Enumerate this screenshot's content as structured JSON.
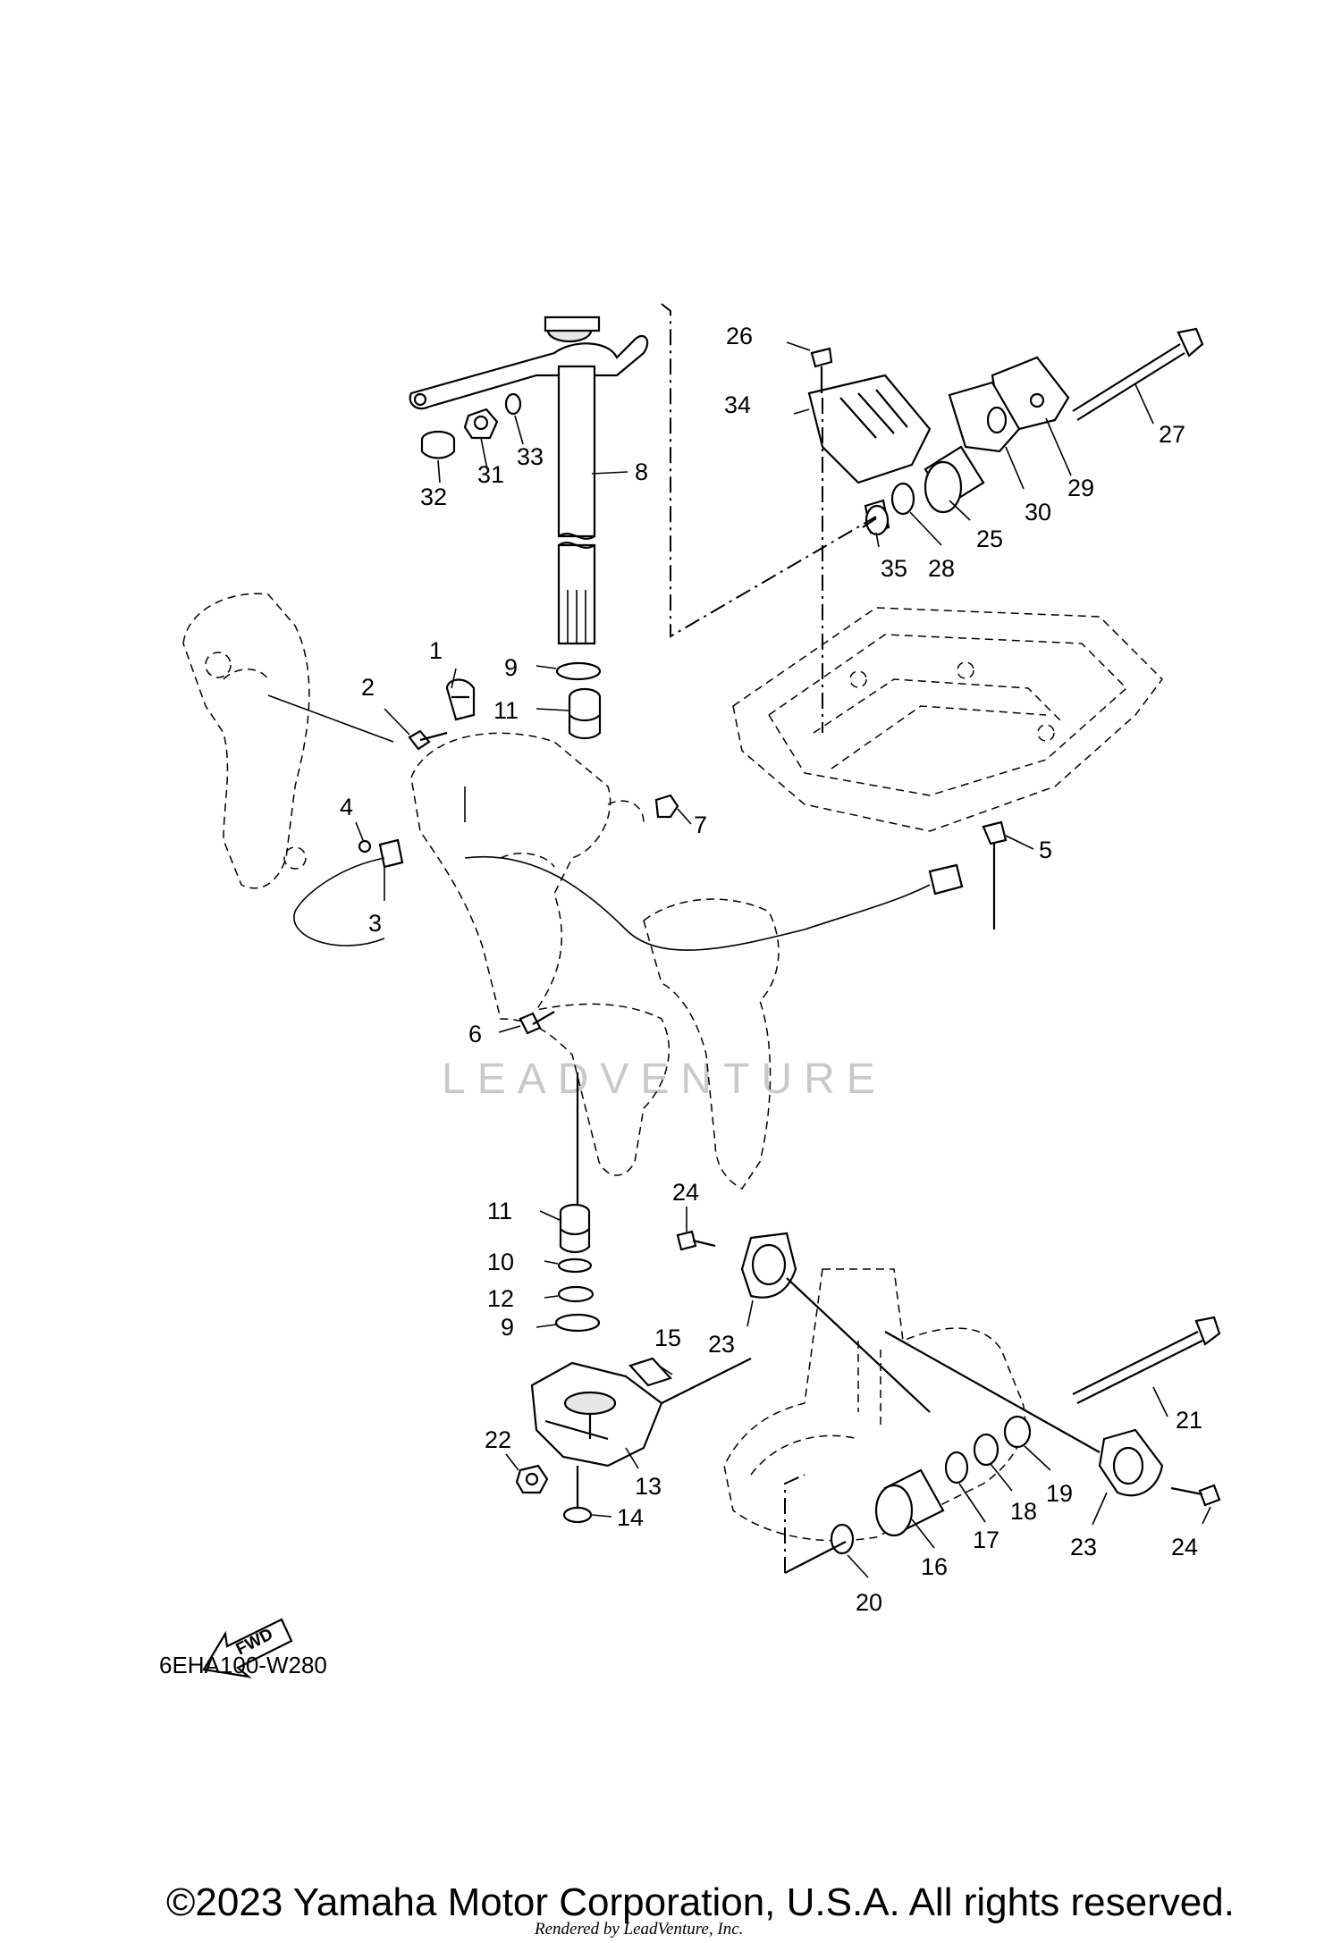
{
  "diagram": {
    "code": "6EHA100-W280",
    "direction_label": "FWD",
    "watermark": "LEADVENTURE",
    "copyright": "©2023 Yamaha Motor Corporation, U.S.A. All rights reserved.",
    "rendered_by": "Rendered by LeadVenture, Inc.",
    "callouts": [
      {
        "id": "c1",
        "text": "1"
      },
      {
        "id": "c2",
        "text": "2"
      },
      {
        "id": "c3",
        "text": "3"
      },
      {
        "id": "c4",
        "text": "4"
      },
      {
        "id": "c5",
        "text": "5"
      },
      {
        "id": "c6",
        "text": "6"
      },
      {
        "id": "c7",
        "text": "7"
      },
      {
        "id": "c8",
        "text": "8"
      },
      {
        "id": "c9a",
        "text": "9"
      },
      {
        "id": "c9b",
        "text": "9"
      },
      {
        "id": "c10",
        "text": "10"
      },
      {
        "id": "c11a",
        "text": "11"
      },
      {
        "id": "c11b",
        "text": "11"
      },
      {
        "id": "c12",
        "text": "12"
      },
      {
        "id": "c13",
        "text": "13"
      },
      {
        "id": "c14",
        "text": "14"
      },
      {
        "id": "c15",
        "text": "15"
      },
      {
        "id": "c16",
        "text": "16"
      },
      {
        "id": "c17",
        "text": "17"
      },
      {
        "id": "c18",
        "text": "18"
      },
      {
        "id": "c19",
        "text": "19"
      },
      {
        "id": "c20",
        "text": "20"
      },
      {
        "id": "c21",
        "text": "21"
      },
      {
        "id": "c22",
        "text": "22"
      },
      {
        "id": "c23a",
        "text": "23"
      },
      {
        "id": "c23b",
        "text": "23"
      },
      {
        "id": "c24a",
        "text": "24"
      },
      {
        "id": "c24b",
        "text": "24"
      },
      {
        "id": "c25",
        "text": "25"
      },
      {
        "id": "c26",
        "text": "26"
      },
      {
        "id": "c27",
        "text": "27"
      },
      {
        "id": "c28",
        "text": "28"
      },
      {
        "id": "c29",
        "text": "29"
      },
      {
        "id": "c30",
        "text": "30"
      },
      {
        "id": "c31",
        "text": "31"
      },
      {
        "id": "c32",
        "text": "32"
      },
      {
        "id": "c33",
        "text": "33"
      },
      {
        "id": "c34",
        "text": "34"
      },
      {
        "id": "c35",
        "text": "35"
      }
    ]
  }
}
